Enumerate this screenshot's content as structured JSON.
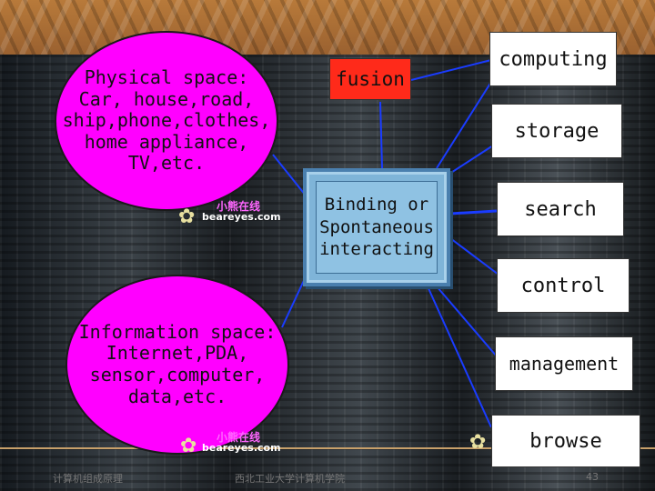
{
  "physical_space": {
    "text": "Physical space:\nCar, house,road,\nship,phone,clothes,\nhome appliance,\nTV,etc."
  },
  "information_space": {
    "text": "Information space:\nInternet,PDA,\nsensor,computer,\ndata,etc."
  },
  "fusion": {
    "label": "fusion"
  },
  "binding": {
    "text": "Binding or\nSpontaneous\ninteracting"
  },
  "functions": [
    {
      "label": "computing"
    },
    {
      "label": "storage"
    },
    {
      "label": "search"
    },
    {
      "label": "control"
    },
    {
      "label": "management"
    },
    {
      "label": "browse"
    }
  ],
  "logo": {
    "cn": "小熊在线",
    "en": "beareyes.com"
  },
  "footer": {
    "left": "计算机组成原理",
    "middle": "西北工业大学计算机学院",
    "page": "43"
  },
  "colors": {
    "ellipse": "#ff00ff",
    "fusion": "#ff2a1a",
    "binding": "#7fb4d8",
    "connector": "#1a3cff"
  }
}
